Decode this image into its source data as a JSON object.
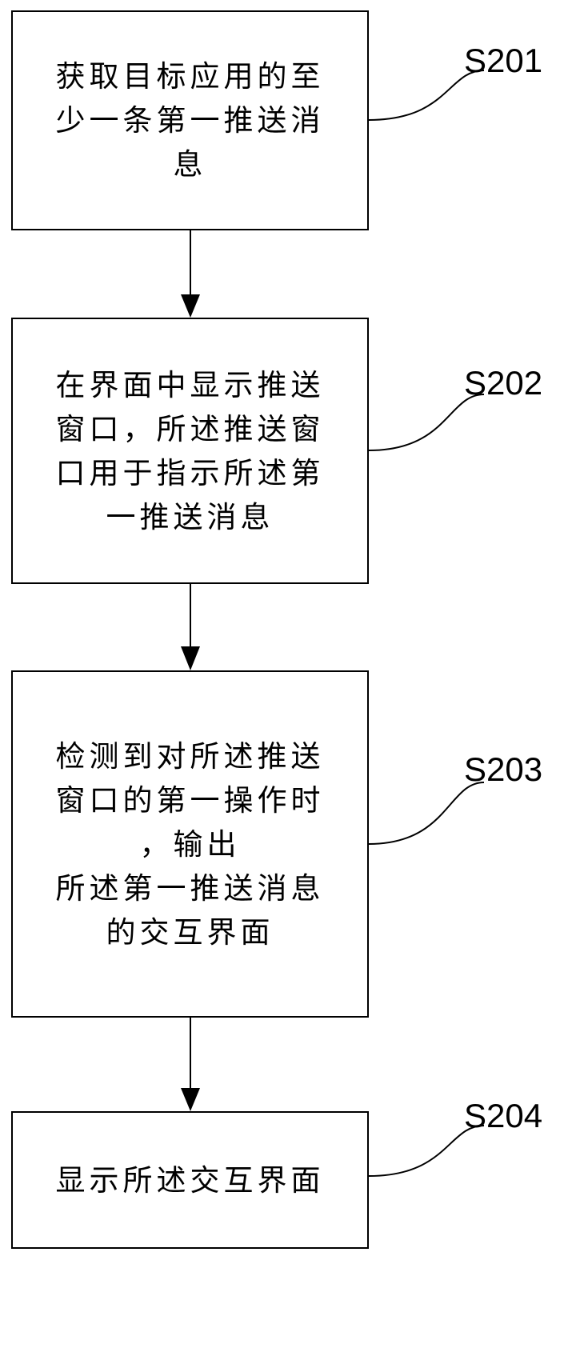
{
  "colors": {
    "stroke": "#000000",
    "background": "#ffffff",
    "text": "#000000"
  },
  "steps": [
    {
      "label": "S201",
      "lines": [
        "获取目标应用的至",
        "少一条第一推送消",
        "息"
      ]
    },
    {
      "label": "S202",
      "lines": [
        "在界面中显示推送",
        "窗口，所述推送窗",
        "口用于指示所述第",
        "一推送消息"
      ]
    },
    {
      "label": "S203",
      "lines": [
        "检测到对所述推送",
        "窗口的第一操作时",
        "，输出",
        "所述第一推送消息",
        "的交互界面"
      ]
    },
    {
      "label": "S204",
      "lines": [
        "显示所述交互界面"
      ]
    }
  ]
}
